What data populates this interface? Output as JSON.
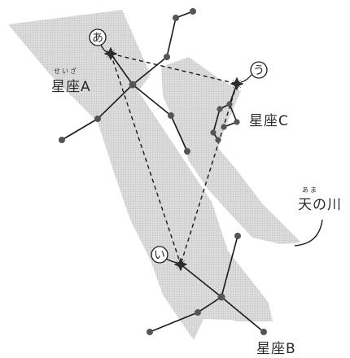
{
  "labels": {
    "constellation_a": "星座A",
    "constellation_a_ruby": "せいざ",
    "constellation_b": "星座B",
    "constellation_c": "星座C",
    "milky_way": "天の川",
    "milky_way_ruby": "あま",
    "star_a": "あ",
    "star_i": "い",
    "star_u": "う"
  },
  "colors": {
    "milky_way_fill": "#d9d9d9",
    "line": "#1a1a1a",
    "star": "#555555",
    "bright_star": "#2b2b2b"
  }
}
